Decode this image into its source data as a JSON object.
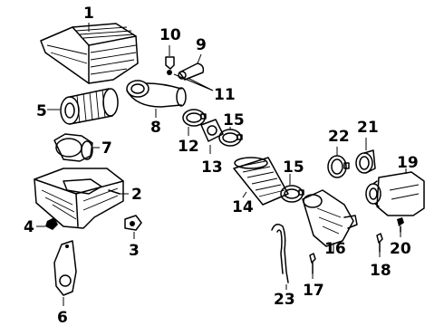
{
  "callouts": {
    "c1": "1",
    "c2": "2",
    "c3": "3",
    "c4": "4",
    "c5": "5",
    "c6": "6",
    "c7": "7",
    "c8": "8",
    "c9": "9",
    "c10": "10",
    "c11": "11",
    "c12": "12",
    "c13": "13",
    "c14": "14",
    "c15a": "15",
    "c15b": "15",
    "c16": "16",
    "c17": "17",
    "c18": "18",
    "c19": "19",
    "c20": "20",
    "c21": "21",
    "c22": "22",
    "c23": "23"
  }
}
